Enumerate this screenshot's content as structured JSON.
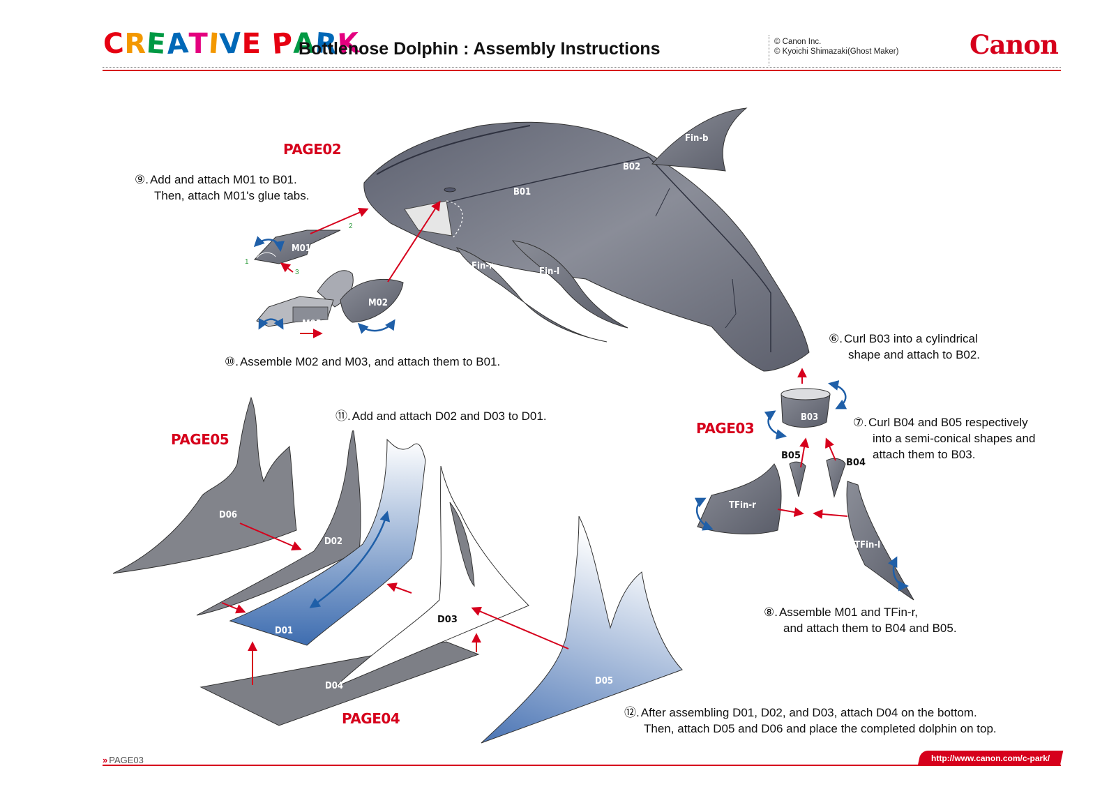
{
  "header": {
    "logo_letters": [
      "C",
      "R",
      "E",
      "A",
      "T",
      "I",
      "V",
      "E",
      " ",
      "P",
      "A",
      "R",
      "K"
    ],
    "logo_colors": [
      "#e60012",
      "#f39800",
      "#009944",
      "#0068b7",
      "#e4007f",
      "#f39800",
      "#0068b7",
      "#e60012",
      "#ffffff",
      "#e60012",
      "#009944",
      "#0068b7",
      "#e4007f"
    ],
    "title": "Bottlenose Dolphin : Assembly Instructions",
    "copyright_1": "© Canon Inc.",
    "copyright_2": "© Kyoichi Shimazaki(Ghost Maker)",
    "brand": "Canon"
  },
  "page_refs": {
    "page02": "PAGE02",
    "page03": "PAGE03",
    "page04": "PAGE04",
    "page05": "PAGE05"
  },
  "steps": {
    "s6": {
      "num": "⑥.",
      "line1": "Curl B03 into a cylindrical",
      "line2": "shape and attach to B02."
    },
    "s7": {
      "num": "⑦.",
      "line1": "Curl B04 and B05 respectively",
      "line2": "into a semi-conical shapes and",
      "line3": "attach them to B03."
    },
    "s8": {
      "num": "⑧.",
      "line1": "Assemble M01 and TFin-r,",
      "line2": "and attach them to B04 and B05."
    },
    "s9": {
      "num": "⑨.",
      "line1": "Add and attach M01 to B01.",
      "line2": "Then, attach M01's glue tabs."
    },
    "s10": {
      "num": "⑩.",
      "line1": "Assemble M02 and M03, and attach them to B01."
    },
    "s11": {
      "num": "⑪.",
      "line1": "Add and attach D02 and D03 to D01."
    },
    "s12": {
      "num": "⑫.",
      "line1": "After assembling D01, D02, and D03, attach D04 on the bottom.",
      "line2": "Then, attach D05 and D06 and place the completed dolphin on top."
    }
  },
  "part_labels": {
    "fin_b": "Fin-b",
    "b01": "B01",
    "b02": "B02",
    "b03": "B03",
    "b04": "B04",
    "b05": "B05",
    "fin_r": "Fin-r",
    "fin_l": "Fin-l",
    "m01": "M01",
    "m02": "M02",
    "m03": "M03",
    "tfin_r": "TFin-r",
    "tfin_l": "TFin-l",
    "d01": "D01",
    "d02": "D02",
    "d03": "D03",
    "d04": "D04",
    "d05": "D05",
    "d06": "D06",
    "tab1": "1",
    "tab2": "2",
    "tab3": "3"
  },
  "footer": {
    "page": "PAGE03",
    "url": "http://www.canon.com/c-park/"
  },
  "colors": {
    "accent_red": "#d6001c",
    "part_gray": "#72757f",
    "arrow_blue": "#1f5fa8"
  }
}
